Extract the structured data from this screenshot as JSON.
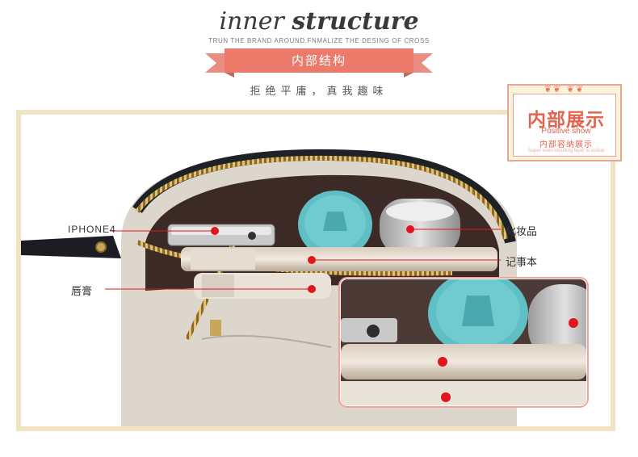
{
  "header": {
    "title_word1": "inner",
    "title_word2": "structure",
    "subtitle": "TRUN THE BRAND AROUND.FNMALIZE THE DESING OF CROSS",
    "ribbon_label": "内部结构",
    "slogan": "拒绝平庸，真我趣味"
  },
  "badge": {
    "ornament": "❦❦ ❦❦",
    "title": "内部展示",
    "subtitle_en": "Positive show",
    "subtitle_cn": "内部容纳展示",
    "small_text": "Super even-resulting layer is visible"
  },
  "labels": {
    "iphone": "IPHONE4",
    "cosmetics": "化妆品",
    "notebook": "记事本",
    "lipstick": "唇膏"
  },
  "colors": {
    "accent": "#ec7a6b",
    "marker": "#e0161e",
    "frame": "#efe3c3",
    "teal": "#5fbfc4"
  }
}
